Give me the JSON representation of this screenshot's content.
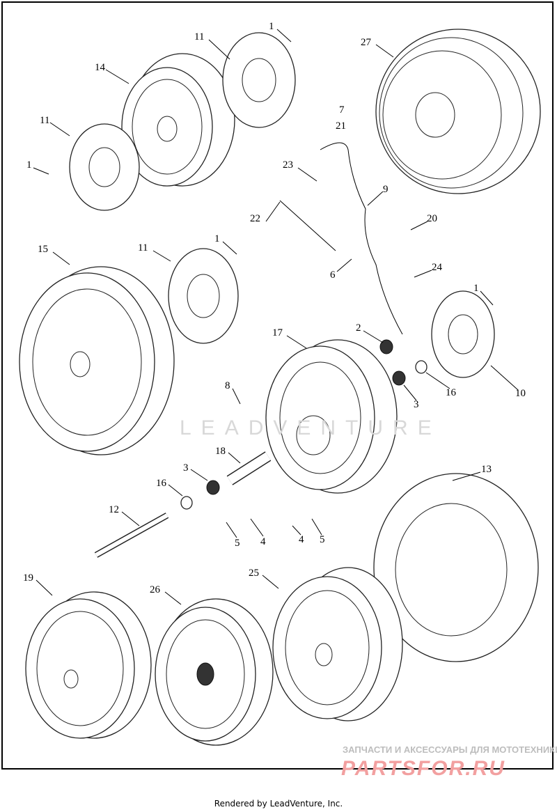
{
  "diagram": {
    "callouts": [
      "1",
      "11",
      "27",
      "14",
      "7",
      "21",
      "11",
      "23",
      "1",
      "9",
      "20",
      "22",
      "11",
      "1",
      "15",
      "24",
      "6",
      "1",
      "2",
      "17",
      "10",
      "16",
      "3",
      "8",
      "18",
      "13",
      "3",
      "16",
      "12",
      "4",
      "5",
      "4",
      "5",
      "19",
      "26",
      "25"
    ],
    "watermark": "LEADVENTURE",
    "site_tagline": "ЗАПЧАСТИ И АКСЕССУАРЫ ДЛЯ МОТОТЕХНИКИ",
    "site_logo": "PARTSFOR.RU"
  },
  "footer": {
    "rendered_by": "Rendered by LeadVenture, Inc."
  }
}
